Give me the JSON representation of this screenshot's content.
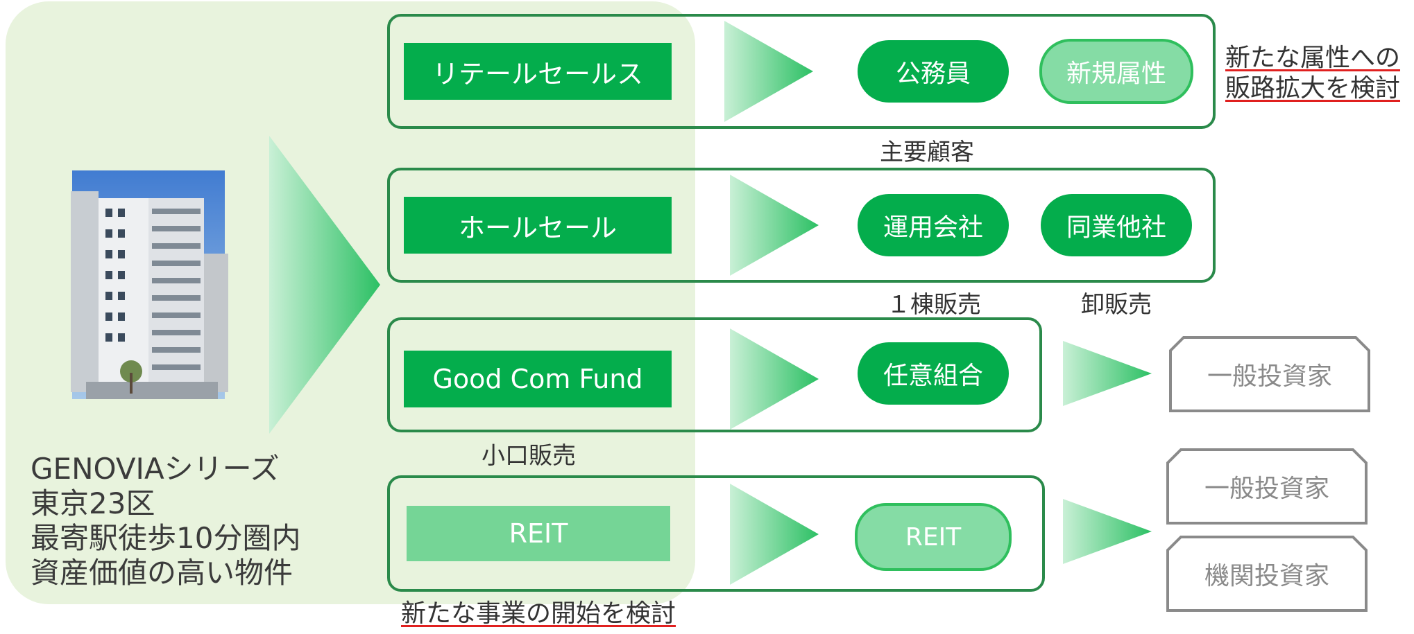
{
  "left": {
    "description_lines": [
      "GENOVIAシリーズ",
      "東京23区",
      "最寄駅徒歩10分圏内",
      "資産価値の高い物件"
    ]
  },
  "rows": [
    {
      "channel": "リテールセールス",
      "targets": [
        "公務員",
        "新規属性"
      ],
      "caption": "主要顧客",
      "note_lines": [
        "新たな属性への",
        "販路拡大を検討"
      ]
    },
    {
      "channel": "ホールセール",
      "targets": [
        "運用会社",
        "同業他社"
      ],
      "captions": [
        "１棟販売",
        "卸販売"
      ]
    },
    {
      "channel": "Good Com Fund",
      "targets": [
        "任意組合"
      ],
      "caption": "小口販売",
      "investors": [
        "一般投資家"
      ]
    },
    {
      "channel": "REIT",
      "targets": [
        "REIT"
      ],
      "note": "新たな事業の開始を検討",
      "investors": [
        "一般投資家",
        "機関投資家"
      ]
    }
  ],
  "colors": {
    "accent": "#04ad4c",
    "accent_light": "#75d596",
    "frame": "#2a8a4a",
    "panel_bg": "#e8f3dd",
    "underline": "#e0201f",
    "investor_border": "#8a8a8a"
  },
  "icons": [
    "building-photo",
    "arrow-triangle"
  ]
}
